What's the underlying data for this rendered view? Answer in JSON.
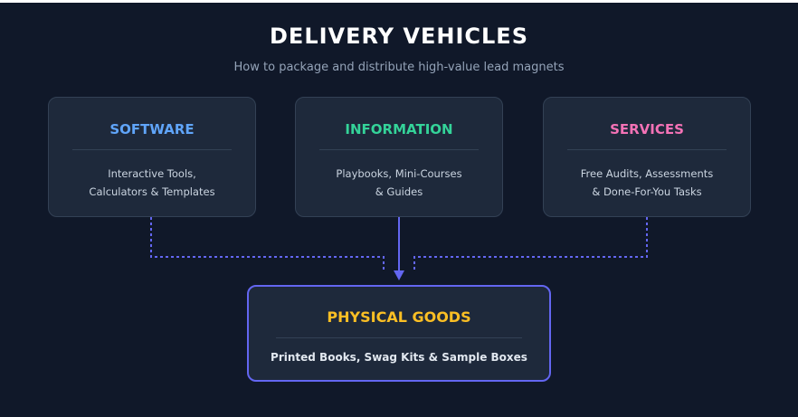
{
  "title": "DELIVERY VEHICLES",
  "subtitle": "How to package and distribute high-value lead magnets",
  "cards": [
    {
      "title": "SOFTWARE",
      "color": "#60a5fa",
      "lines": [
        "Interactive Tools,",
        "Calculators & Templates"
      ]
    },
    {
      "title": "INFORMATION",
      "color": "#34d399",
      "lines": [
        "Playbooks, Mini-Courses",
        "& Guides"
      ]
    },
    {
      "title": "SERVICES",
      "color": "#f472b6",
      "lines": [
        "Free Audits, Assessments",
        "& Done-For-You Tasks"
      ]
    }
  ],
  "target": {
    "title": "PHYSICAL GOODS",
    "color": "#fbbf24",
    "body": "Printed Books, Swag Kits & Sample Boxes"
  },
  "colors": {
    "background": "#101829",
    "card": "#1e293b",
    "border": "#334155",
    "accent": "#6366f1"
  }
}
